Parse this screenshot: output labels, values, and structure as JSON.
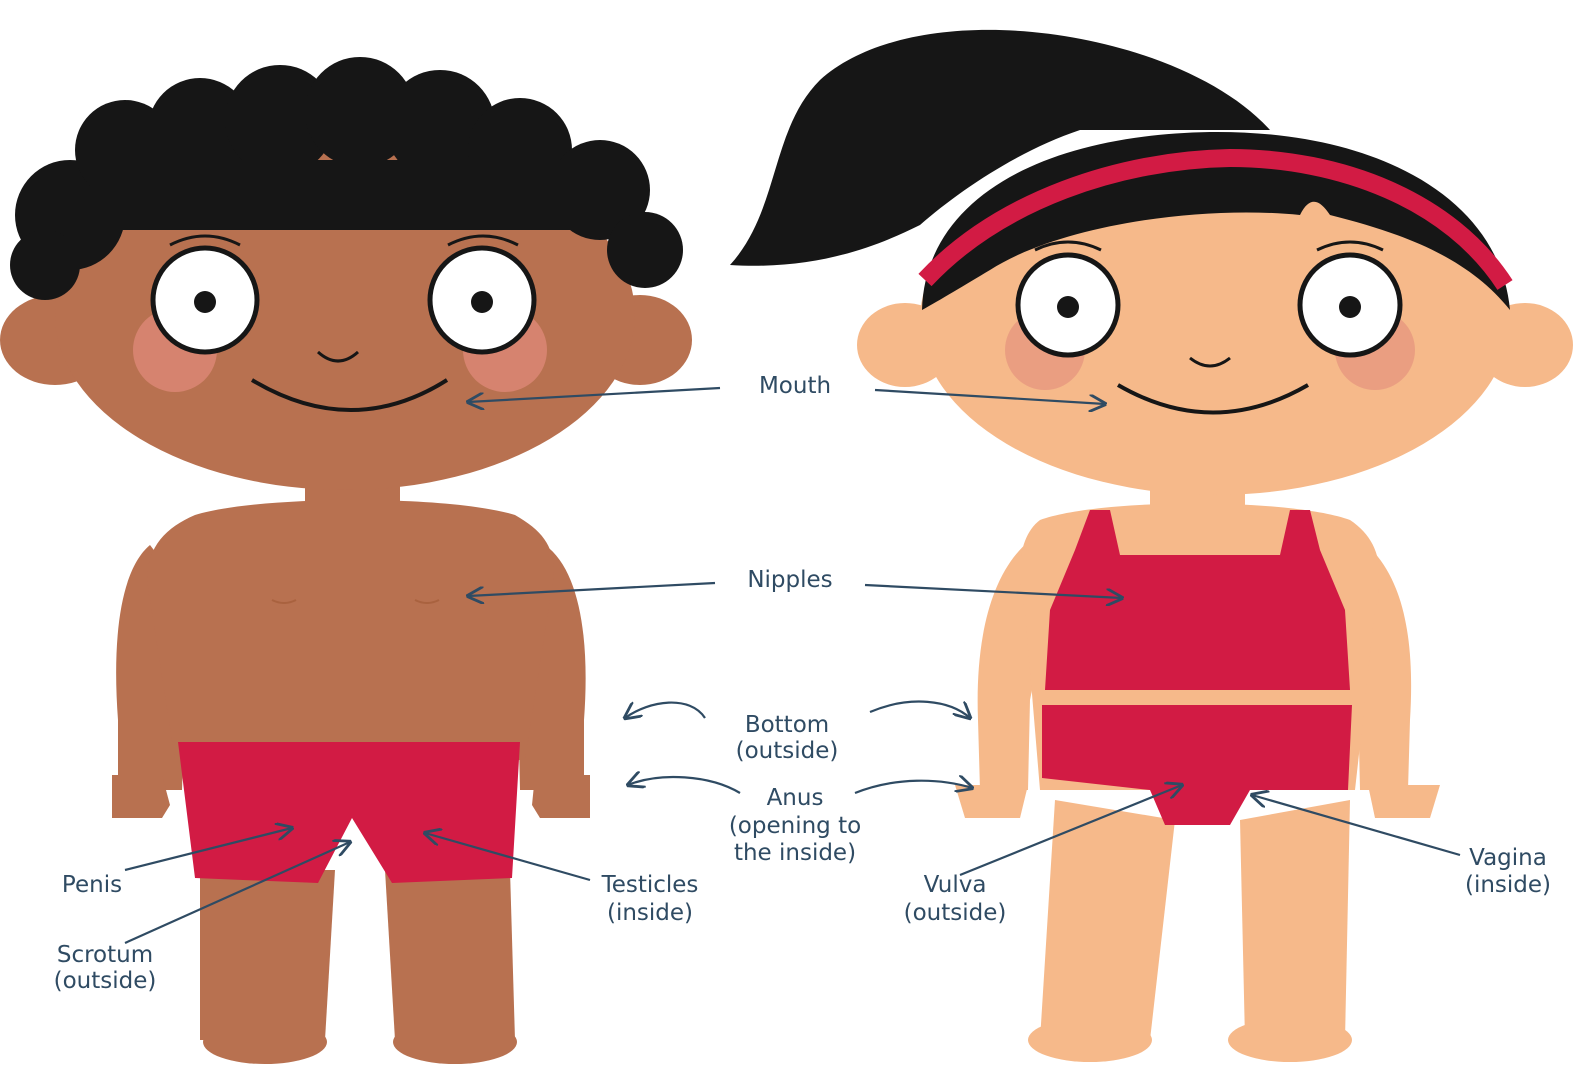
{
  "colors": {
    "boy_skin": "#b87150",
    "boy_skin_shadow": "#a9623f",
    "girl_skin": "#f6b98a",
    "clothing": "#d21b44",
    "hair": "#161616",
    "cheek": "#e0897a",
    "label": "#2f4b63"
  },
  "labels": {
    "mouth": "Mouth",
    "nipples": "Nipples",
    "bottom_line1": "Bottom",
    "bottom_line2": "(outside)",
    "anus_line1": "Anus",
    "anus_line2": "(opening to",
    "anus_line3": "the inside)",
    "penis": "Penis",
    "scrotum_line1": "Scrotum",
    "scrotum_line2": "(outside)",
    "testicles_line1": "Testicles",
    "testicles_line2": "(inside)",
    "vulva_line1": "Vulva",
    "vulva_line2": "(outside)",
    "vagina_line1": "Vagina",
    "vagina_line2": "(inside)"
  }
}
